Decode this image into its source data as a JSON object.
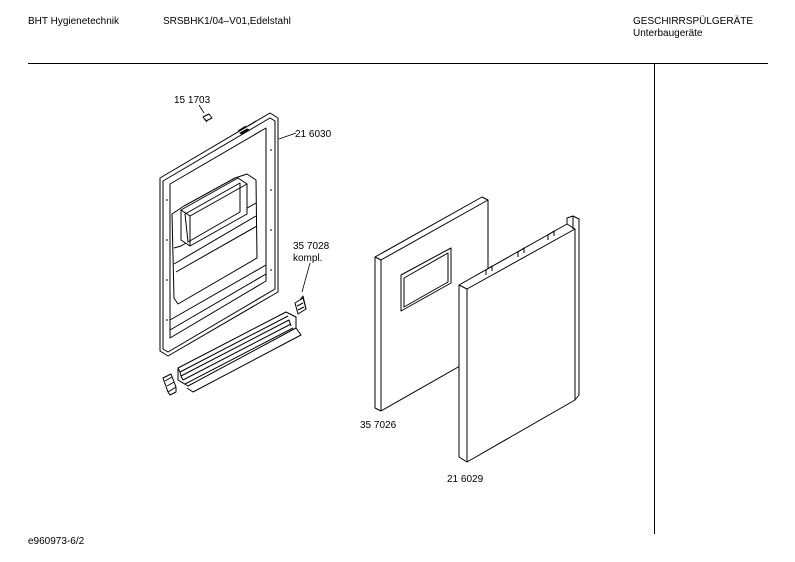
{
  "header": {
    "manufacturer": "BHT Hygienetechnik",
    "model": "SRSBHK1/04–V01,Edelstahl",
    "category": "GESCHIRRSPÜLGERÄTE",
    "subcategory": "Unterbaugeräte"
  },
  "parts": {
    "screw": "15 1703",
    "inner_door": "21 6030",
    "hinge_kit_number": "35 7028",
    "hinge_kit_note": "kompl.",
    "front_panel": "35 7026",
    "outer_cover": "21 6029"
  },
  "footer": {
    "code": "e960973-6/2"
  }
}
